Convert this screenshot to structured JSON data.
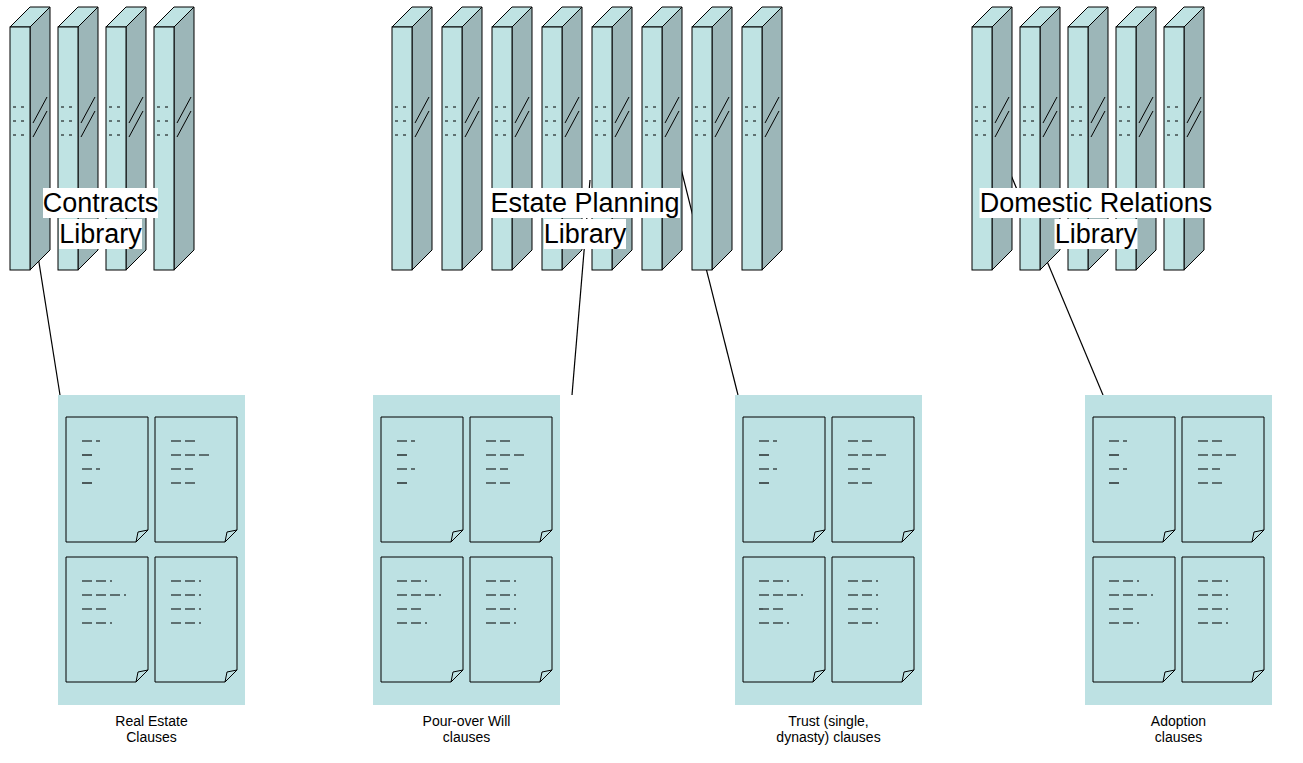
{
  "diagram": {
    "nodes": [
      {
        "text": [
          "Contracts Library"
        ]
      },
      {
        "text": [
          "Estate Planning Library"
        ]
      },
      {
        "text": [
          "Domestic Relations Library"
        ]
      },
      {
        "text": [
          "Real Estate Clauses"
        ]
      },
      {
        "text": [
          "Pour-over Will clauses"
        ]
      },
      {
        "text": [
          "Trust (single, dynasty) clauses"
        ]
      },
      {
        "text": [
          "Adoption clauses"
        ]
      }
    ],
    "edges": [
      {
        "from": 0,
        "to": 3,
        "arrow": "none"
      },
      {
        "from": 1,
        "to": 4,
        "arrow": "none"
      },
      {
        "from": 1,
        "to": 5,
        "arrow": "none"
      },
      {
        "from": 2,
        "to": 6,
        "arrow": "none"
      }
    ]
  }
}
